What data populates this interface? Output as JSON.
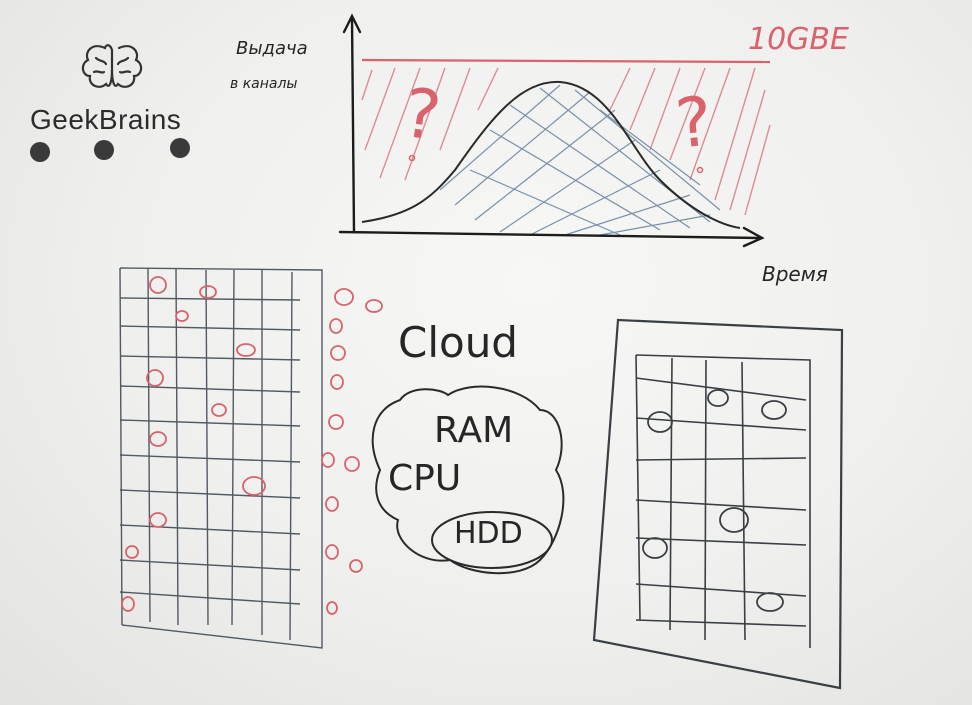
{
  "logo": {
    "name": "GeekBrains"
  },
  "graph": {
    "y_label_line1": "Выдача",
    "y_label_line2": "в каналы",
    "x_label": "Время",
    "bandwidth_label": "10GBE",
    "question_mark": "?"
  },
  "center": {
    "title": "Cloud",
    "items": [
      "RAM",
      "CPU",
      "HDD"
    ]
  },
  "colors": {
    "ink": "#262626",
    "red_marker": "#d9626b",
    "board": "#f4f4f2",
    "grid_blue": "#6a86a4"
  }
}
